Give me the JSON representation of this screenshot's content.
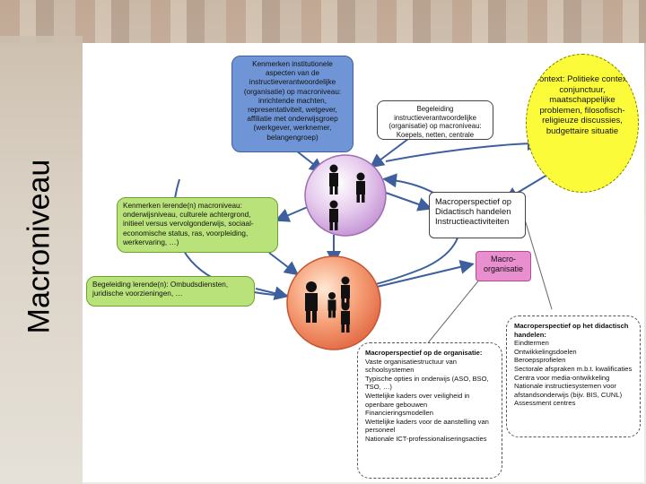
{
  "slide": {
    "title": "Macroniveau"
  },
  "boxes": {
    "institutional": "Kenmerken institutionele aspecten van de instructieverantwoordelijke (organisatie) op macroniveau: inrichtende machten, representativiteit, wetgever, affiliatie met onderwijsgroep (werkgever, werknemer, belangengroep)",
    "begeleiding_instructie": "Begeleiding instructieverantwoordelijke (organisatie) op macroniveau: Koepels, netten, centrale inrichtende machten, …",
    "context": "Context: Politieke context, conjunctuur, maatschappelijke problemen, filosofisch-religieuze discussies, budgettaire situatie",
    "lerende": "Kenmerken lerende(n) macroniveau: onderwijsniveau, culturele achtergrond, initieel versus vervolgonderwijs, sociaal-economische status, ras, voorpleiding, werkervaring, …)",
    "macro_didactisch": "Macroperspectief op Didactisch handelen Instructieactiviteiten",
    "macro_organisatie": "Macro-organisatie",
    "begeleiding_lerende": "Begeleiding lerende(n): Ombudsdiensten, juridische voorzieningen, …"
  },
  "list_organisatie": {
    "heading": "Macroperspectief op de organisatie:",
    "items": [
      "Vaste organisatiestructuur van schoolsystemen",
      "Typische opties in onderwijs (ASO, BSO, TSO, …)",
      "Wettelijke kaders over veiligheid in openbare gebouwen",
      "Financieringsmodellen",
      "Wettelijke kaders voor de aanstelling van personeel",
      "Nationale ICT-professionaliseringsacties"
    ]
  },
  "list_didactisch": {
    "heading": "Macroperspectief op het didactisch handelen:",
    "items": [
      "Eindtermen",
      "Ontwikkelingsdoelen",
      "Beroepsprofielen",
      "Sectorale afspraken m.b.t. kwalificaties",
      "Centra voor media-ontwikkeling",
      "Nationale instructiesystemen voor afstandsonderwijs (bijv. BIS, CUNL)",
      "Assessment centres"
    ]
  },
  "colors": {
    "blue": "#6f95d6",
    "green": "#b9e37a",
    "pink": "#e98fcf",
    "yellow": "#fbfb3a",
    "arrow": "#3d5f9d"
  },
  "icons": {
    "circle_top": "people-icon",
    "circle_bottom": "group-icon"
  }
}
